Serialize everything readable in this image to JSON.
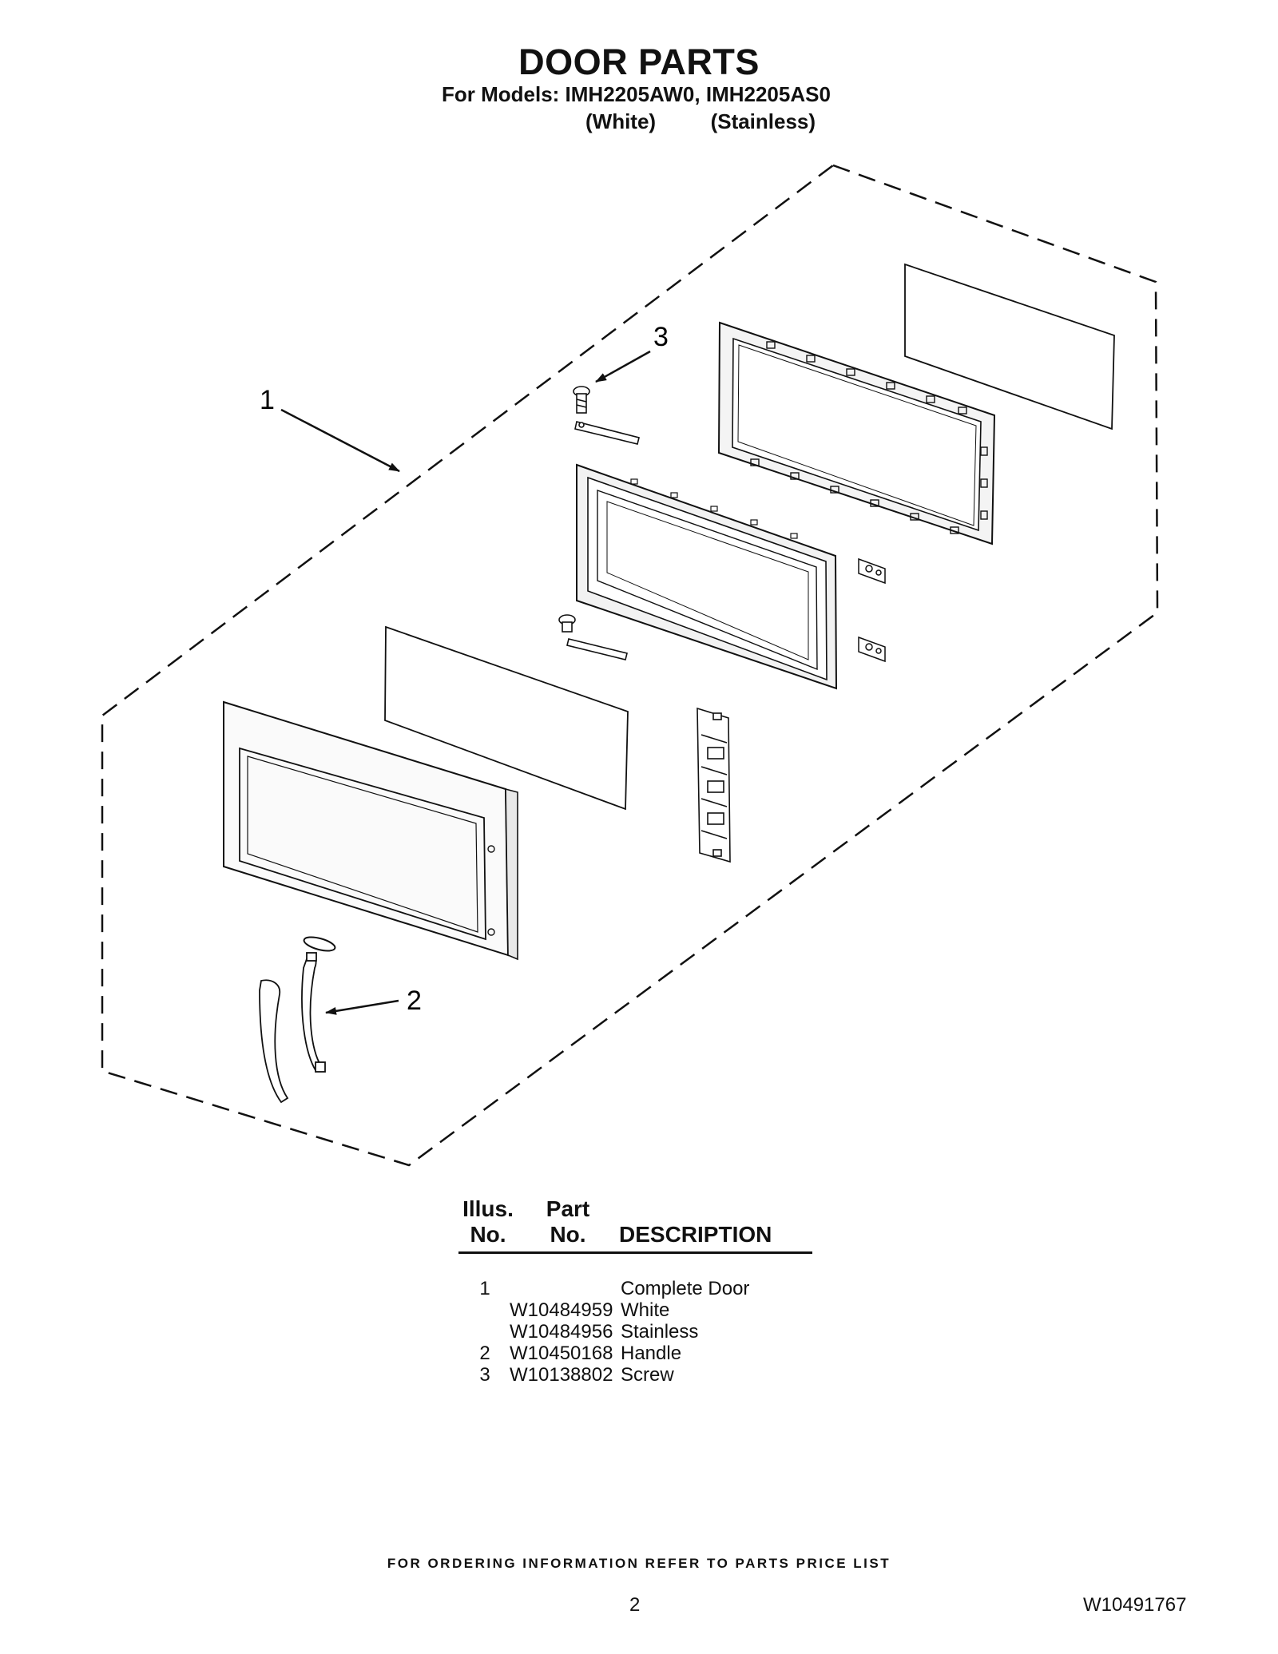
{
  "page": {
    "title": "DOOR PARTS",
    "models_line": "For Models: IMH2205AW0, IMH2205AS0",
    "variants": [
      "(White)",
      "(Stainless)"
    ]
  },
  "diagram": {
    "callouts": [
      "1",
      "2",
      "3"
    ]
  },
  "parts_table": {
    "headers": {
      "illus": [
        "Illus.",
        "No."
      ],
      "part": [
        "Part",
        "No."
      ],
      "description": "DESCRIPTION"
    },
    "rows": [
      {
        "illus": "1",
        "part": "",
        "description": "Complete Door"
      },
      {
        "illus": "",
        "part": "W10484959",
        "description": "White"
      },
      {
        "illus": "",
        "part": "W10484956",
        "description": "Stainless"
      },
      {
        "illus": "2",
        "part": "W10450168",
        "description": "Handle"
      },
      {
        "illus": "3",
        "part": "W10138802",
        "description": "Screw"
      }
    ]
  },
  "footer": {
    "note": "FOR ORDERING INFORMATION REFER TO PARTS PRICE LIST",
    "page_number": "2",
    "document_number": "W10491767"
  }
}
